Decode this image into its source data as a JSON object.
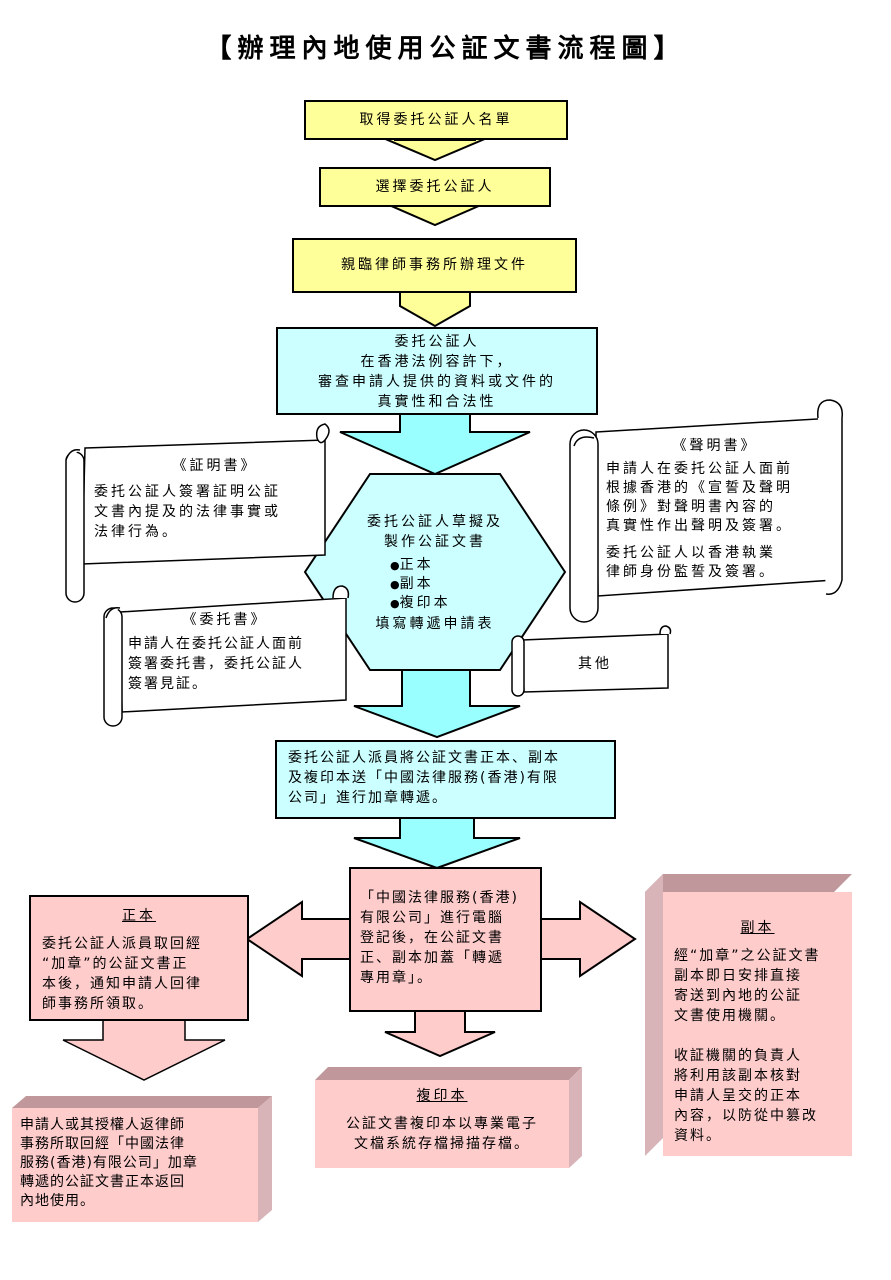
{
  "title": "【辦理內地使用公証文書流程圖】",
  "steps": {
    "step1": "取得委托公証人名單",
    "step2": "選擇委托公証人",
    "step3": "親臨律師事務所辦理文件",
    "step4": [
      "委托公証人",
      "在香港法例容許下，",
      "審查申請人提供的資料或文件的",
      "真實性和合法性"
    ],
    "step5_title": [
      "委托公証人草擬及",
      "製作公証文書"
    ],
    "step5_items": [
      "正本",
      "副本",
      "複印本"
    ],
    "step5_footer": "填寫轉遞申請表",
    "step6": [
      "委托公証人派員將公証文書正本、副本",
      "及複印本送「中國法律服務(香港)有限",
      "公司」進行加章轉遞。"
    ],
    "step7": [
      "「中國法律服務(香港)",
      "有限公司」進行電腦",
      "登記後，在公証文書",
      "正、副本加蓋「轉遞",
      "專用章」。"
    ]
  },
  "scrolls": {
    "certificate": {
      "title": "《証明書》",
      "lines": [
        "委托公証人簽署証明公証",
        "文書內提及的法律事實或",
        "法律行為。"
      ]
    },
    "declaration": {
      "title": "《聲明書》",
      "para1": [
        "申請人在委托公証人面前",
        "根據香港的《宣誓及聲明",
        "條例》對聲明書內容的",
        "真實性作出聲明及簽署。"
      ],
      "para2": [
        "委托公証人以香港執業",
        "律師身份監誓及簽署。"
      ]
    },
    "authorization": {
      "title": "《委托書》",
      "lines": [
        "申請人在委托公証人面前",
        "簽署委托書，委托公証人",
        "簽署見証。"
      ]
    },
    "other": "其他"
  },
  "branches": {
    "original": {
      "title": "正本",
      "lines": [
        "委托公証人派員取回經",
        "“加章”的公証文書正",
        "本後，通知申請人回律",
        "師事務所領取。"
      ]
    },
    "original_final": [
      "申請人或其授權人返律師",
      "事務所取回經「中國法律",
      "服務(香港)有限公司」加章",
      "轉遞的公証文書正本返回",
      "內地使用。"
    ],
    "copy": {
      "title": "副本",
      "para1": [
        "經“加章”之公証文書",
        "副本即日安排直接",
        "寄送到內地的公証",
        "文書使用機關。"
      ],
      "para2": [
        "收証機關的負責人",
        "將利用該副本核對",
        "申請人呈交的正本",
        "內容，以防從中篡改",
        "資料。"
      ]
    },
    "photocopy": {
      "title": "複印本",
      "lines": [
        "公証文書複印本以專業電子",
        "文檔系統存檔掃描存檔。"
      ]
    }
  },
  "colors": {
    "yellow": "#FFFF99",
    "cyan": "#CCFFFF",
    "pink": "#FFCCCC",
    "pink_top": "#C0989C",
    "pink_side": "#D8B4B8",
    "arrow_cyan": "#99FFFF",
    "arrow_pink": "#FFCCCC"
  }
}
